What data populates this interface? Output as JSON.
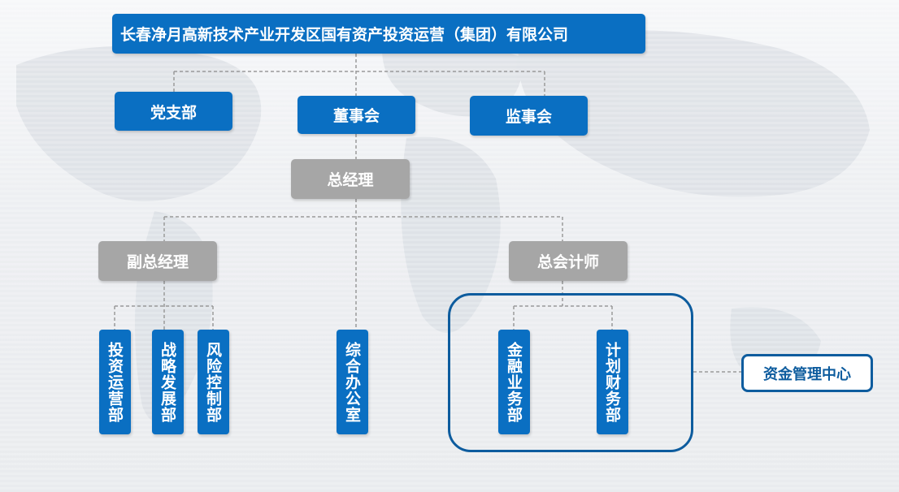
{
  "company": "长春净月高新技术产业开发区国有资产投资运营（集团）有限公司",
  "top_level": {
    "party_branch": "党支部",
    "board": "董事会",
    "supervisors": "监事会"
  },
  "general_manager": "总经理",
  "deputy_gm": "副总经理",
  "chief_accountant": "总会计师",
  "departments": {
    "investment_ops": "投资运营部",
    "strategy_dev": "战略发展部",
    "risk_control": "风险控制部",
    "general_office": "综合办公室",
    "finance_business": "金融业务部",
    "planning_finance": "计划财务部"
  },
  "fund_center": "资金管理中心",
  "colors": {
    "primary_blue": "#0a6fc2",
    "dark_blue_outline": "#0d5c9e",
    "gray_box": "#a6a6a6",
    "connector": "#9a9a9a"
  }
}
